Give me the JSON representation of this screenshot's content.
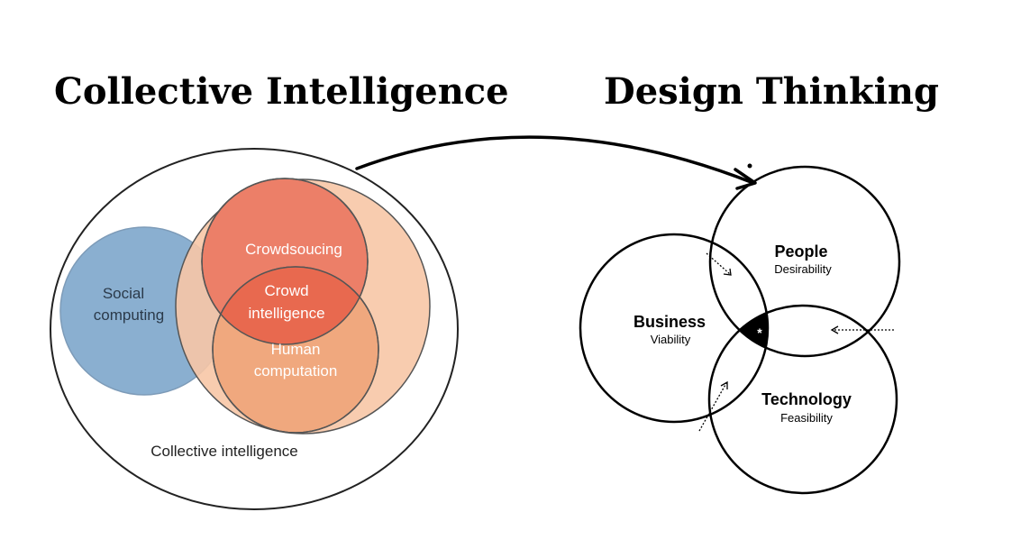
{
  "titles": {
    "left": "Collective Intelligence",
    "right": "Design Thinking"
  },
  "collective_diagram": {
    "outer_label": "Collective intelligence",
    "social_computing": [
      "Social",
      "computing"
    ],
    "crowdsourcing": "Crowdsoucing",
    "crowd_intelligence": [
      "Crowd",
      "intelligence"
    ],
    "human_computation": [
      "Human",
      "computation"
    ],
    "colors": {
      "social": "#8aafd0",
      "peach": "#f7c6a6",
      "crowdsourcing": "#ec7f68",
      "human": "#f0a87e",
      "overlap": "#e8694f"
    }
  },
  "design_diagram": {
    "people": {
      "title": "People",
      "subtitle": "Desirability"
    },
    "business": {
      "title": "Business",
      "subtitle": "Viability"
    },
    "technology": {
      "title": "Technology",
      "subtitle": "Feasibility"
    },
    "center_mark": "*"
  }
}
